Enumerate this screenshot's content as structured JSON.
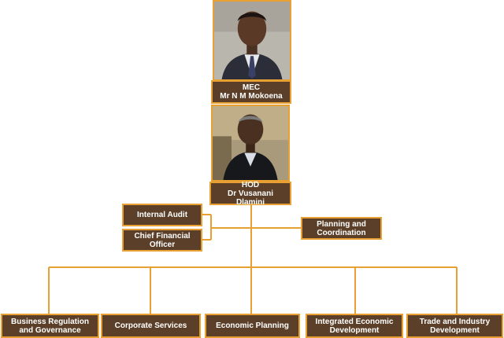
{
  "mec": {
    "title": "MEC",
    "name": "Mr N M Mokoena"
  },
  "hod": {
    "title": "HOD",
    "name": "Dr Vusanani Dlamini"
  },
  "side_units": {
    "internal_audit": "Internal Audit",
    "cfo": [
      "Chief Financial",
      "Officer"
    ],
    "planning": [
      "Planning and",
      "Coordination"
    ]
  },
  "divisions": [
    [
      "Business Regulation",
      "and Governance"
    ],
    [
      "Corporate Services"
    ],
    [
      "Economic Planning"
    ],
    [
      "Integrated Economic",
      "Development"
    ],
    [
      "Trade and Industry",
      "Development"
    ]
  ],
  "colors": {
    "box_fill": "#5b3f28",
    "box_border": "#e8a033",
    "line": "#e8a033",
    "text": "#ffffff"
  }
}
